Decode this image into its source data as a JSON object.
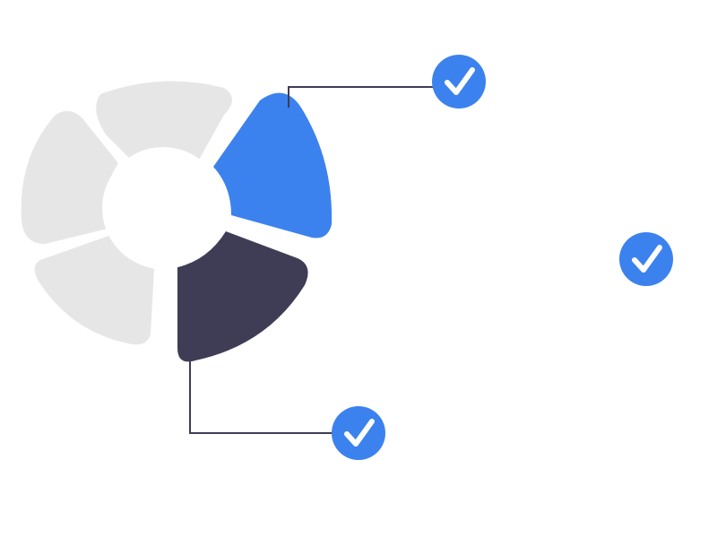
{
  "colors": {
    "background": "#ffffff",
    "segment_inactive": "#e6e6e6",
    "segment_primary": "#3b82ee",
    "segment_dark": "#3f3d56",
    "check_badge": "#3b82ee",
    "check_mark": "#ffffff",
    "connector": "#3f3d56"
  },
  "icons": {
    "check_top": "check-circle-icon",
    "check_right": "check-circle-icon",
    "check_bottom": "check-circle-icon"
  },
  "segments": [
    {
      "id": "segment-top-left",
      "state": "inactive"
    },
    {
      "id": "segment-left",
      "state": "inactive"
    },
    {
      "id": "segment-bottom-left",
      "state": "inactive"
    },
    {
      "id": "segment-top-right",
      "state": "active-primary"
    },
    {
      "id": "segment-bottom-right",
      "state": "active-dark"
    }
  ]
}
